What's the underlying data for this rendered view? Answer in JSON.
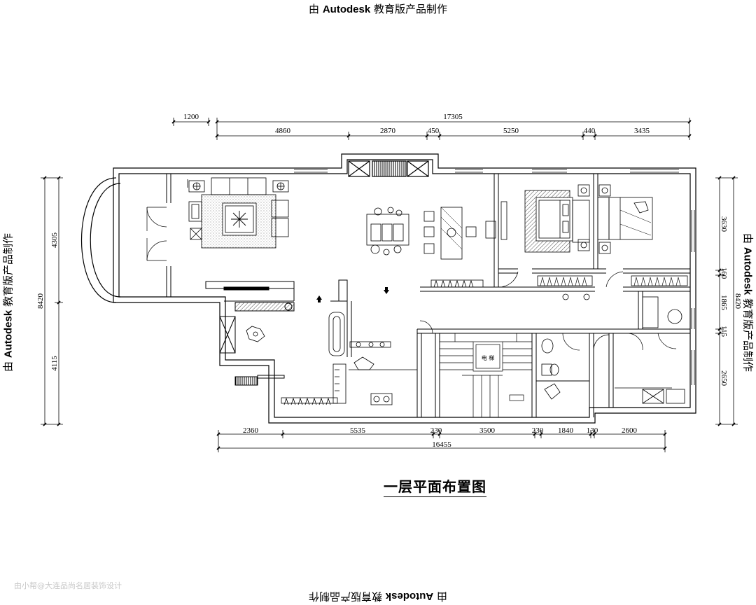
{
  "stamp": {
    "prefix": "由 ",
    "brand": "Autodesk",
    "suffix": " 教育版产品制作"
  },
  "title": "一层平面布置图",
  "watermark": "由小帮@大连品尚名居装饰设计",
  "dims": {
    "top_overall": "17305",
    "top_left": "1200",
    "top_segments": [
      "4860",
      "2870",
      "450",
      "5250",
      "440",
      "3435"
    ],
    "bottom_overall": "16455",
    "bottom_segments": [
      "2360",
      "5535",
      "230",
      "3500",
      "230",
      "1840",
      "130",
      "2600"
    ],
    "left_overall": "8420",
    "left_segments": [
      "4305",
      "4115"
    ],
    "right_overall": "8420",
    "right_segments": [
      "3630",
      "160",
      "1865",
      "115",
      "2650"
    ]
  },
  "labels": {
    "stair": "电 梯"
  }
}
